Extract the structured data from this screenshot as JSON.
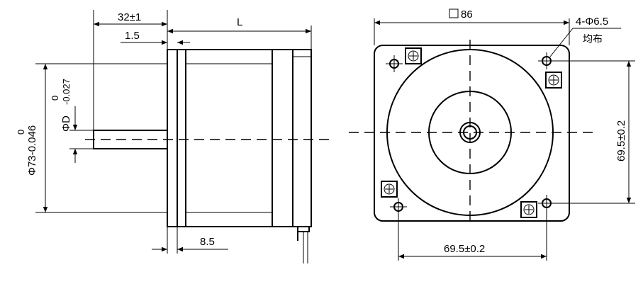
{
  "side_view": {
    "dim_shaft_length": "32±1",
    "dim_flange_thickness": "1.5",
    "dim_body_length": "L",
    "dim_shaft_diameter": "ΦD",
    "dim_shaft_tol_upper": "0",
    "dim_shaft_tol_lower": "-0.027",
    "dim_boss_diameter": "Φ73-0.046",
    "dim_boss_tol_upper": "0",
    "dim_boss_depth": "8.5"
  },
  "front_view": {
    "dim_square_size": "86",
    "dim_holes": "4-Φ6.5",
    "dim_holes_note": "均布",
    "dim_hole_pitch_vertical": "69.5±0.2",
    "dim_hole_pitch_horizontal": "69.5±0.2"
  }
}
